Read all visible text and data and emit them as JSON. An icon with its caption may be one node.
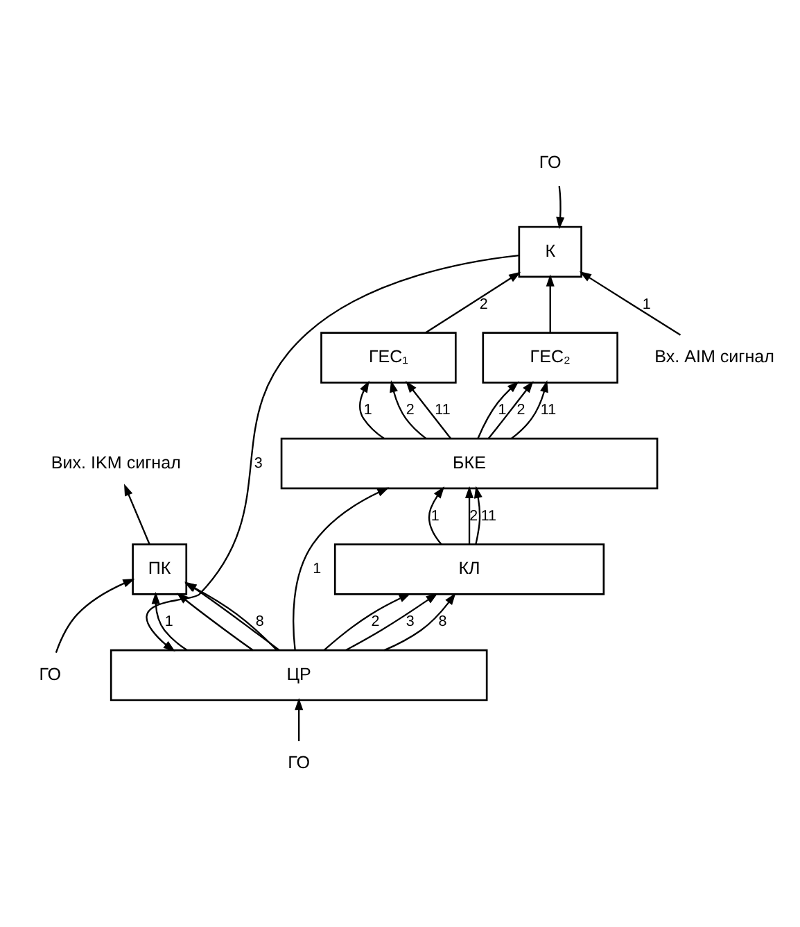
{
  "diagram": {
    "nodes": [
      {
        "text": [
          "К"
        ]
      },
      {
        "text": [
          "ГЕС₁"
        ]
      },
      {
        "text": [
          "ГЕС₂"
        ]
      },
      {
        "text": [
          "БКЕ"
        ]
      },
      {
        "text": [
          "КЛ"
        ]
      },
      {
        "text": [
          "ЦР"
        ]
      },
      {
        "text": [
          "ПК"
        ]
      },
      {
        "text": [
          "ГО"
        ]
      },
      {
        "text": [
          "ГО"
        ]
      },
      {
        "text": [
          "ГО"
        ]
      },
      {
        "text": [
          "Вх. AIM сигнал"
        ]
      },
      {
        "text": [
          "Вих. IKM сигнал"
        ]
      }
    ],
    "edges": [
      {
        "from": 7,
        "to": 0,
        "arrow": "to"
      },
      {
        "from": 10,
        "to": 0,
        "arrow": "to",
        "label": "1"
      },
      {
        "from": 1,
        "to": 0,
        "arrow": "to",
        "label": "2"
      },
      {
        "from": 2,
        "to": 0,
        "arrow": "to"
      },
      {
        "from": 0,
        "to": 5,
        "arrow": "to",
        "label": "3"
      },
      {
        "from": 3,
        "to": 1,
        "arrow": "to",
        "label": "1"
      },
      {
        "from": 3,
        "to": 1,
        "arrow": "to",
        "label": "2"
      },
      {
        "from": 3,
        "to": 1,
        "arrow": "to",
        "label": "11"
      },
      {
        "from": 3,
        "to": 2,
        "arrow": "to",
        "label": "1"
      },
      {
        "from": 3,
        "to": 2,
        "arrow": "to",
        "label": "2"
      },
      {
        "from": 3,
        "to": 2,
        "arrow": "to",
        "label": "11"
      },
      {
        "from": 4,
        "to": 3,
        "arrow": "to",
        "label": "1"
      },
      {
        "from": 4,
        "to": 3,
        "arrow": "to",
        "label": "2"
      },
      {
        "from": 4,
        "to": 3,
        "arrow": "to",
        "label": "11"
      },
      {
        "from": 5,
        "to": 3,
        "arrow": "to",
        "label": "1"
      },
      {
        "from": 5,
        "to": 4,
        "arrow": "to",
        "label": "2"
      },
      {
        "from": 5,
        "to": 4,
        "arrow": "to",
        "label": "3"
      },
      {
        "from": 5,
        "to": 4,
        "arrow": "to",
        "label": "8"
      },
      {
        "from": 5,
        "to": 6,
        "arrow": "to",
        "label": "1"
      },
      {
        "from": 5,
        "to": 6,
        "arrow": "to"
      },
      {
        "from": 5,
        "to": 6,
        "arrow": "to"
      },
      {
        "from": 5,
        "to": 6,
        "arrow": "to",
        "label": "8"
      },
      {
        "from": 8,
        "to": 5,
        "arrow": "to"
      },
      {
        "from": 9,
        "to": 6,
        "arrow": "to"
      },
      {
        "from": 6,
        "to": 11,
        "arrow": "to"
      }
    ]
  }
}
